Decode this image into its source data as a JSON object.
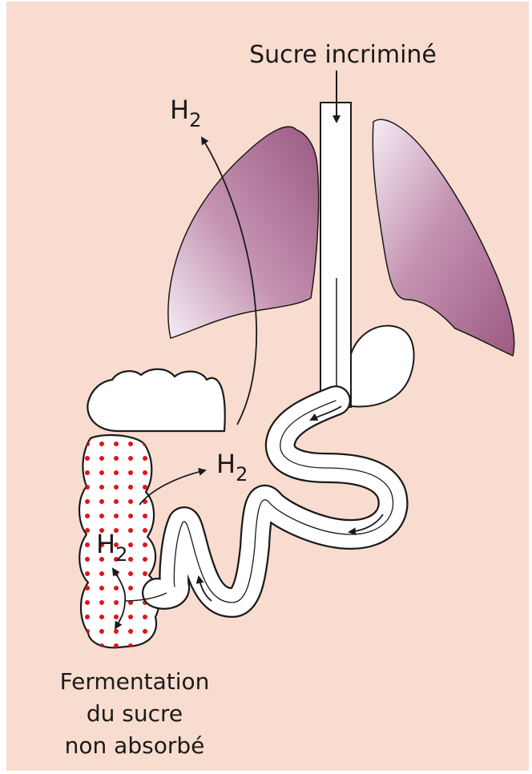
{
  "labels": {
    "sugar_input": "Sucre incriminé",
    "h2_upper_base": "H",
    "h2_upper_sub": "2",
    "h2_middle_base": "H",
    "h2_middle_sub": "2",
    "h2_colon_base": "H",
    "h2_colon_sub": "2",
    "fermentation_line1": "Fermentation",
    "fermentation_line2": "du sucre",
    "fermentation_line3": "non absorbé"
  },
  "colors": {
    "background": "#f8dccf",
    "lung_dark": "#9c5a82",
    "lung_light": "#f5ecf3",
    "organ_fill": "#ffffff",
    "outline": "#1a1a1a",
    "fermentation_dots": "#e0141a"
  }
}
